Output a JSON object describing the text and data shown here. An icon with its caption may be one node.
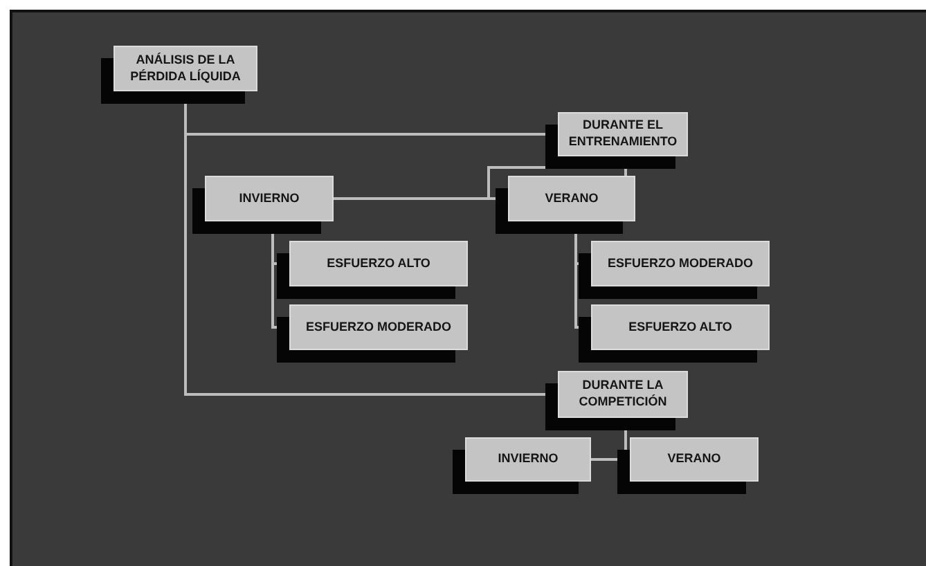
{
  "diagram": {
    "nodes": [
      {
        "text": [
          "ANÁLISIS DE LA PÉRDIDA LÍQUIDA"
        ]
      },
      {
        "text": [
          "DURANTE EL ENTRENAMIENTO"
        ]
      },
      {
        "text": [
          "INVIERNO"
        ]
      },
      {
        "text": [
          "VERANO"
        ]
      },
      {
        "text": [
          "ESFUERZO ALTO"
        ]
      },
      {
        "text": [
          "ESFUERZO MODERADO"
        ]
      },
      {
        "text": [
          "ESFUERZO MODERADO"
        ]
      },
      {
        "text": [
          "ESFUERZO ALTO"
        ]
      },
      {
        "text": [
          "DURANTE LA COMPETICIÓN"
        ]
      },
      {
        "text": [
          "INVIERNO"
        ]
      },
      {
        "text": [
          "VERANO"
        ]
      }
    ],
    "edges": [
      {
        "from": 0,
        "to": 1,
        "arrow": "none"
      },
      {
        "from": 0,
        "to": 8,
        "arrow": "none"
      },
      {
        "from": 1,
        "to": 2,
        "arrow": "none"
      },
      {
        "from": 1,
        "to": 3,
        "arrow": "none"
      },
      {
        "from": 2,
        "to": 3,
        "arrow": "none"
      },
      {
        "from": 2,
        "to": 4,
        "arrow": "none"
      },
      {
        "from": 2,
        "to": 5,
        "arrow": "none"
      },
      {
        "from": 3,
        "to": 6,
        "arrow": "none"
      },
      {
        "from": 3,
        "to": 7,
        "arrow": "none"
      },
      {
        "from": 8,
        "to": 10,
        "arrow": "none"
      },
      {
        "from": 9,
        "to": 10,
        "arrow": "none"
      }
    ]
  }
}
